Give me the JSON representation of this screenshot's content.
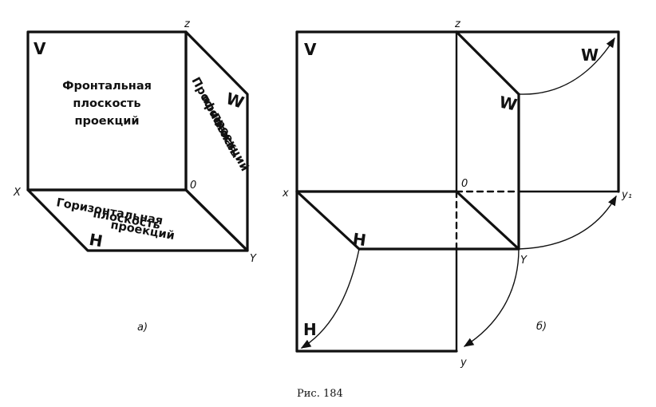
{
  "left": {
    "V": "V",
    "W": "W",
    "H": "H",
    "z": "z",
    "x": "X",
    "o": "0",
    "Y": "Y",
    "frontal_lines": [
      "Фронтальная",
      "плоскость",
      "проекций"
    ],
    "profile_lines": [
      "Профильная",
      "плоскость",
      "проекций"
    ],
    "horizontal_lines": [
      "Горизонтальная",
      "плоскость",
      "проекций"
    ],
    "sub_label": "а)"
  },
  "right": {
    "V": "V",
    "W_out": "W",
    "W_in": "W",
    "H_in": "H",
    "H_out": "H",
    "z": "z",
    "x": "x",
    "o": "0",
    "y1": "y₁",
    "Y": "Y",
    "y": "y",
    "sub_label": "б)"
  },
  "caption": "Рис. 184"
}
